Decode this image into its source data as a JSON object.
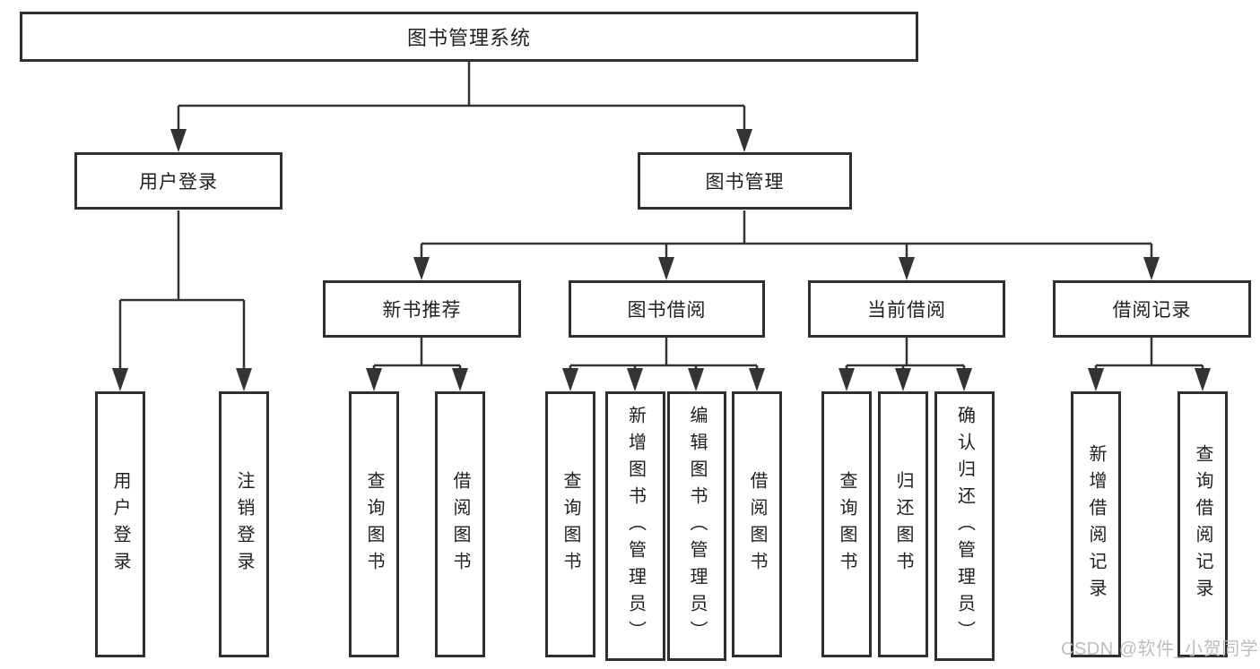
{
  "diagram": {
    "root": {
      "label": "图书管理系统"
    },
    "level2": [
      {
        "label": "用户登录"
      },
      {
        "label": "图书管理"
      }
    ],
    "level3": [
      {
        "label": "新书推荐"
      },
      {
        "label": "图书借阅"
      },
      {
        "label": "当前借阅"
      },
      {
        "label": "借阅记录"
      }
    ],
    "leaves": [
      {
        "label": "用户登录"
      },
      {
        "label": "注销登录"
      },
      {
        "label": "查询图书"
      },
      {
        "label": "借阅图书"
      },
      {
        "label": "查询图书"
      },
      {
        "label": "新增图书（管理员）"
      },
      {
        "label": "编辑图书（管理员）"
      },
      {
        "label": "借阅图书"
      },
      {
        "label": "查询图书"
      },
      {
        "label": "归还图书"
      },
      {
        "label": "确认归还（管理员）"
      },
      {
        "label": "新增借阅记录"
      },
      {
        "label": "查询借阅记录"
      }
    ]
  },
  "watermark": {
    "text": "CSDN @软件_小贺同学"
  },
  "colors": {
    "line": "#333333",
    "box_border": "#2f2f2f",
    "text": "#1f1f1f",
    "watermark": "#b9b9b9",
    "background": "#ffffff"
  }
}
